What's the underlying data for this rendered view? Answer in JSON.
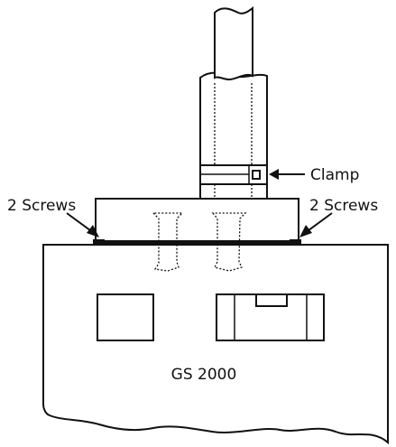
{
  "labels": {
    "clamp": "Clamp",
    "screws_left": "2 Screws",
    "screws_right": "2 Screws",
    "device": "GS 2000"
  },
  "colors": {
    "stroke": "#111111",
    "background": "#ffffff"
  }
}
